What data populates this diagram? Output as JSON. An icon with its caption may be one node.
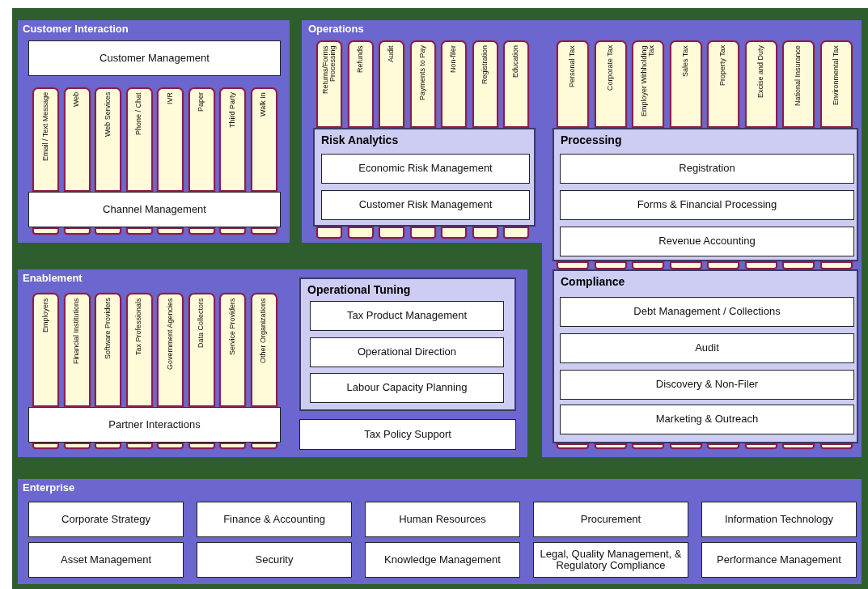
{
  "diagram": {
    "nodes": [
      {
        "text": [
          "Customer Interaction"
        ]
      },
      {
        "text": [
          "Customer Management"
        ],
        "in": 0
      },
      {
        "text": [
          "Email / Text Message"
        ],
        "in": 0
      },
      {
        "text": [
          "Web"
        ],
        "in": 0
      },
      {
        "text": [
          "Web Services"
        ],
        "in": 0
      },
      {
        "text": [
          "Phone / Chat"
        ],
        "in": 0
      },
      {
        "text": [
          "IVR"
        ],
        "in": 0
      },
      {
        "text": [
          "Paper"
        ],
        "in": 0
      },
      {
        "text": [
          "Third Party"
        ],
        "in": 0
      },
      {
        "text": [
          "Walk In"
        ],
        "in": 0
      },
      {
        "text": [
          "Channel Management"
        ],
        "in": 0
      },
      {
        "text": [
          "Operations"
        ]
      },
      {
        "text": [
          "Returns/Forms Processing"
        ],
        "in": 11
      },
      {
        "text": [
          "Refunds"
        ],
        "in": 11
      },
      {
        "text": [
          "Audit"
        ],
        "in": 11
      },
      {
        "text": [
          "Payments to Pay"
        ],
        "in": 11
      },
      {
        "text": [
          "Non-filer"
        ],
        "in": 11
      },
      {
        "text": [
          "Registration"
        ],
        "in": 11
      },
      {
        "text": [
          "Education"
        ],
        "in": 11
      },
      {
        "text": [
          "Risk Analytics"
        ],
        "in": 11
      },
      {
        "text": [
          "Economic Risk Management"
        ],
        "in": 19
      },
      {
        "text": [
          "Customer Risk Management"
        ],
        "in": 19
      },
      {
        "text": [
          "Personal Tax"
        ],
        "in": 11
      },
      {
        "text": [
          "Corporate Tax"
        ],
        "in": 11
      },
      {
        "text": [
          "Employer Withholding Tax"
        ],
        "in": 11
      },
      {
        "text": [
          "Sales Tax"
        ],
        "in": 11
      },
      {
        "text": [
          "Property Tax"
        ],
        "in": 11
      },
      {
        "text": [
          "Excise and Duty"
        ],
        "in": 11
      },
      {
        "text": [
          "National Insurance"
        ],
        "in": 11
      },
      {
        "text": [
          "Environmental Tax"
        ],
        "in": 11
      },
      {
        "text": [
          "Processing"
        ],
        "in": 11
      },
      {
        "text": [
          "Registration"
        ],
        "in": 30
      },
      {
        "text": [
          "Forms & Financial Processing"
        ],
        "in": 30
      },
      {
        "text": [
          "Revenue Accounting"
        ],
        "in": 30
      },
      {
        "text": [
          "Enablement"
        ]
      },
      {
        "text": [
          "Employers"
        ],
        "in": 34
      },
      {
        "text": [
          "Financial Institutions"
        ],
        "in": 34
      },
      {
        "text": [
          "Software Providers"
        ],
        "in": 34
      },
      {
        "text": [
          "Tax Professionals"
        ],
        "in": 34
      },
      {
        "text": [
          "Government Agencies"
        ],
        "in": 34
      },
      {
        "text": [
          "Data Collectors"
        ],
        "in": 34
      },
      {
        "text": [
          "Service Providers"
        ],
        "in": 34
      },
      {
        "text": [
          "Other Organizations"
        ],
        "in": 34
      },
      {
        "text": [
          "Operational Tuning"
        ],
        "in": 34
      },
      {
        "text": [
          "Tax Product Management"
        ],
        "in": 43
      },
      {
        "text": [
          "Operational Direction"
        ],
        "in": 43
      },
      {
        "text": [
          "Labour Capacity Planning"
        ],
        "in": 43
      },
      {
        "text": [
          "Partner Interactions"
        ],
        "in": 34
      },
      {
        "text": [
          "Tax Policy Support"
        ],
        "in": 34
      },
      {
        "text": [
          "Compliance"
        ],
        "in": 11
      },
      {
        "text": [
          "Debt Management / Collections"
        ],
        "in": 49
      },
      {
        "text": [
          "Audit"
        ],
        "in": 49
      },
      {
        "text": [
          "Discovery & Non-Filer"
        ],
        "in": 49
      },
      {
        "text": [
          "Marketing & Outreach"
        ],
        "in": 49
      },
      {
        "text": [
          "Enterprise"
        ]
      },
      {
        "text": [
          "Corporate Strategy"
        ],
        "in": 54
      },
      {
        "text": [
          "Finance & Accounting"
        ],
        "in": 54
      },
      {
        "text": [
          "Human Resources"
        ],
        "in": 54
      },
      {
        "text": [
          "Procurement"
        ],
        "in": 54
      },
      {
        "text": [
          "Information Technology"
        ],
        "in": 54
      },
      {
        "text": [
          "Asset Management"
        ],
        "in": 54
      },
      {
        "text": [
          "Security"
        ],
        "in": 54
      },
      {
        "text": [
          "Knowledge Management"
        ],
        "in": 54
      },
      {
        "text": [
          "Legal, Quality Management, & Regulatory Compliance"
        ],
        "in": 54
      },
      {
        "text": [
          "Performance Management"
        ],
        "in": 54
      }
    ],
    "edges": []
  }
}
